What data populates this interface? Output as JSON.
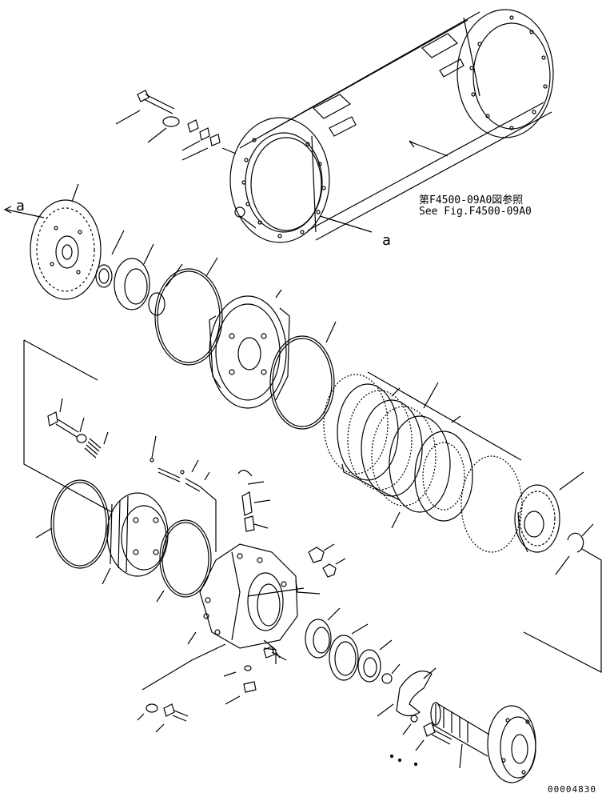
{
  "reference": {
    "japanese": "第F4500-09A0図参照",
    "english": "See Fig.F4500-09A0"
  },
  "callout_letters": {
    "left": "a",
    "right": "a"
  },
  "drawing_number": "00004830"
}
